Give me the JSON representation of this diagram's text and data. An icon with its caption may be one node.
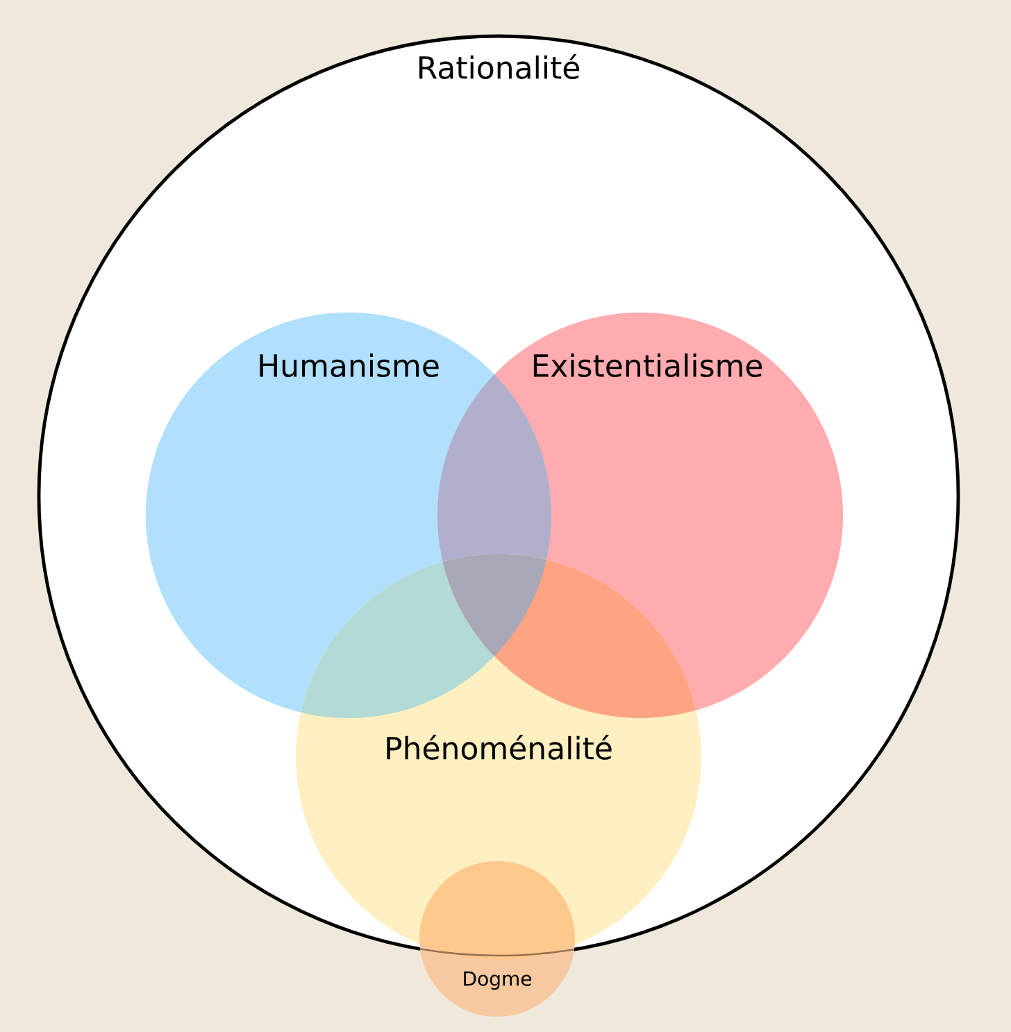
{
  "diagram": {
    "nodes": [
      {
        "text": [
          "Rationalité"
        ]
      },
      {
        "text": [
          "Humanisme"
        ],
        "in": 0
      },
      {
        "text": [
          "Existentialisme"
        ],
        "in": 0
      },
      {
        "text": [
          "Phénoménalité"
        ],
        "in": 0
      },
      {
        "text": [
          "Dogme"
        ]
      }
    ]
  }
}
